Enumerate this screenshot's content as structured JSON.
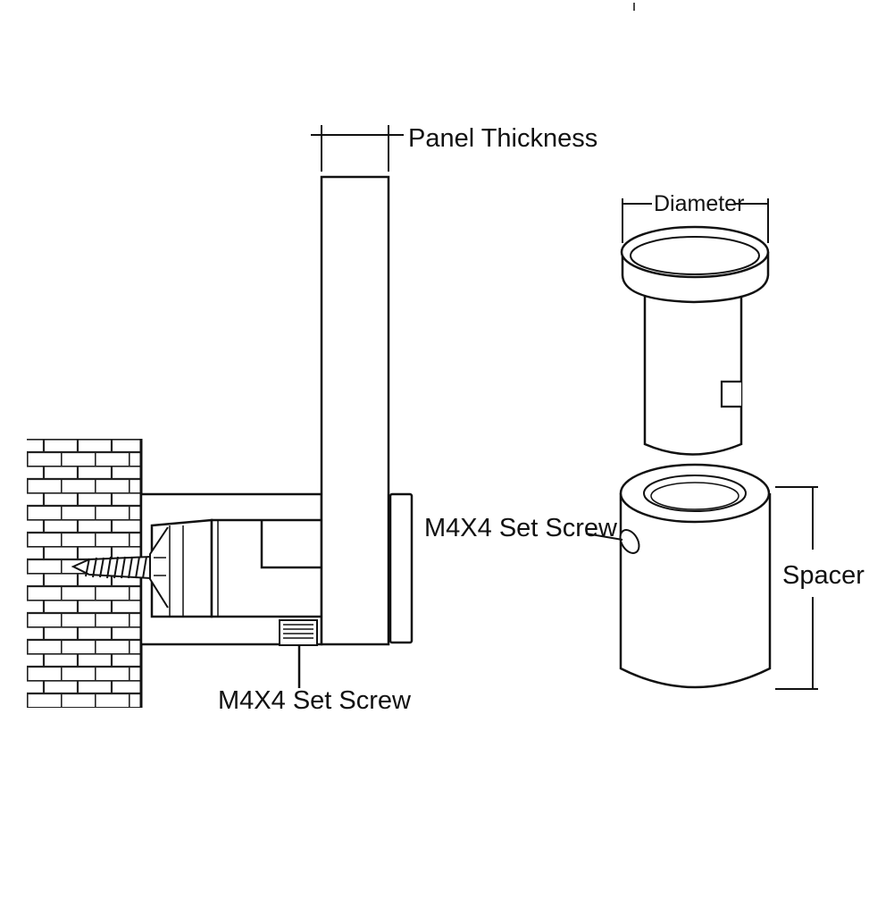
{
  "labels": {
    "panel_thickness": "Panel Thickness",
    "diameter": "Diameter",
    "set_screw_right": "M4X4 Set Screw",
    "set_screw_bottom": "M4X4 Set Screw",
    "spacer": "Spacer"
  },
  "colors": {
    "line": "#111111",
    "background": "#ffffff"
  }
}
